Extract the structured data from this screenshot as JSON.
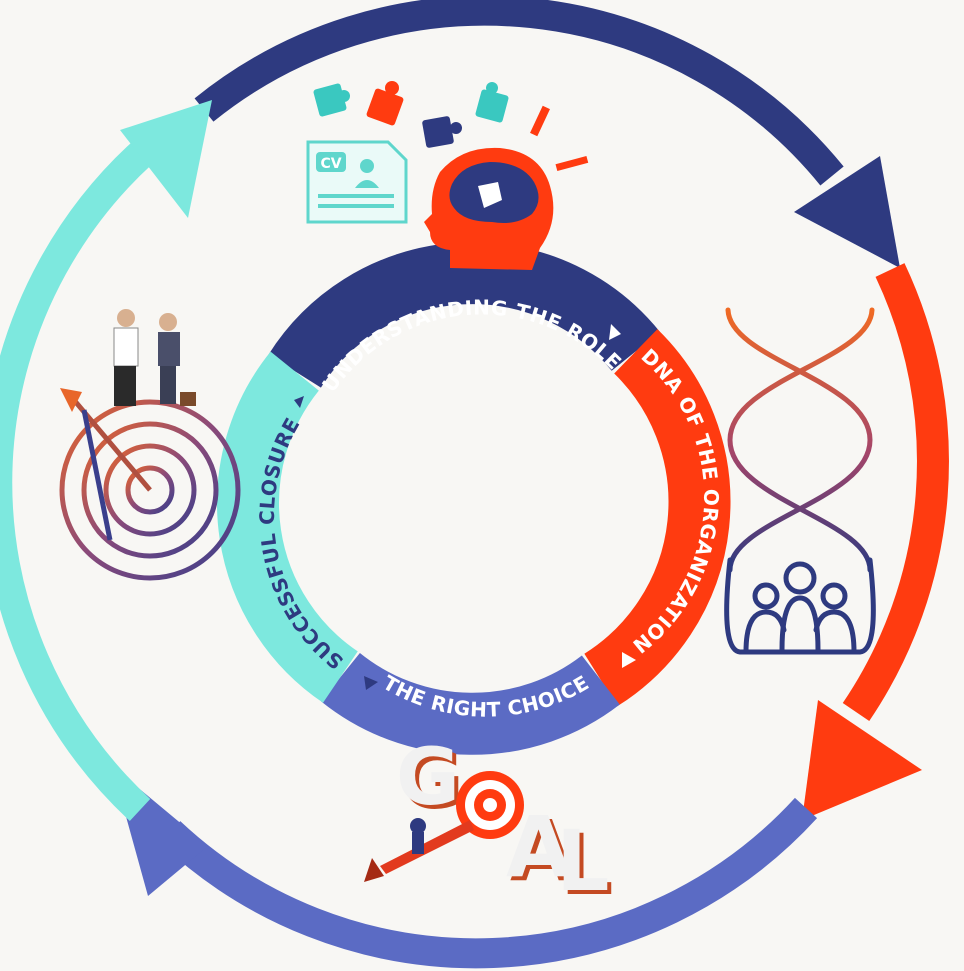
{
  "colors": {
    "navy": "#2e3a80",
    "red": "#ff3b10",
    "periwinkle": "#5b6bc4",
    "aqua": "#7de8de",
    "teal": "#5fd6cc",
    "background": "#f8f7f4"
  },
  "ring": {
    "segments": [
      {
        "label": "UNDERSTANDING THE ROLE",
        "color": "#2e3a80"
      },
      {
        "label": "DNA OF THE ORGANIZATION",
        "color": "#ff3b10"
      },
      {
        "label": "THE RIGHT CHOICE",
        "color": "#5b6bc4"
      },
      {
        "label": "SUCCESSFUL CLOSURE",
        "color": "#7de8de"
      }
    ]
  },
  "illustrations": {
    "top": {
      "icon": "head-puzzle-cv-icon",
      "cv_label": "CV"
    },
    "right": {
      "icon": "dna-people-icon"
    },
    "bottom": {
      "icon": "goal-target-icon",
      "word": [
        "G",
        "A",
        "L"
      ]
    },
    "left": {
      "icon": "target-handshake-icon"
    }
  }
}
